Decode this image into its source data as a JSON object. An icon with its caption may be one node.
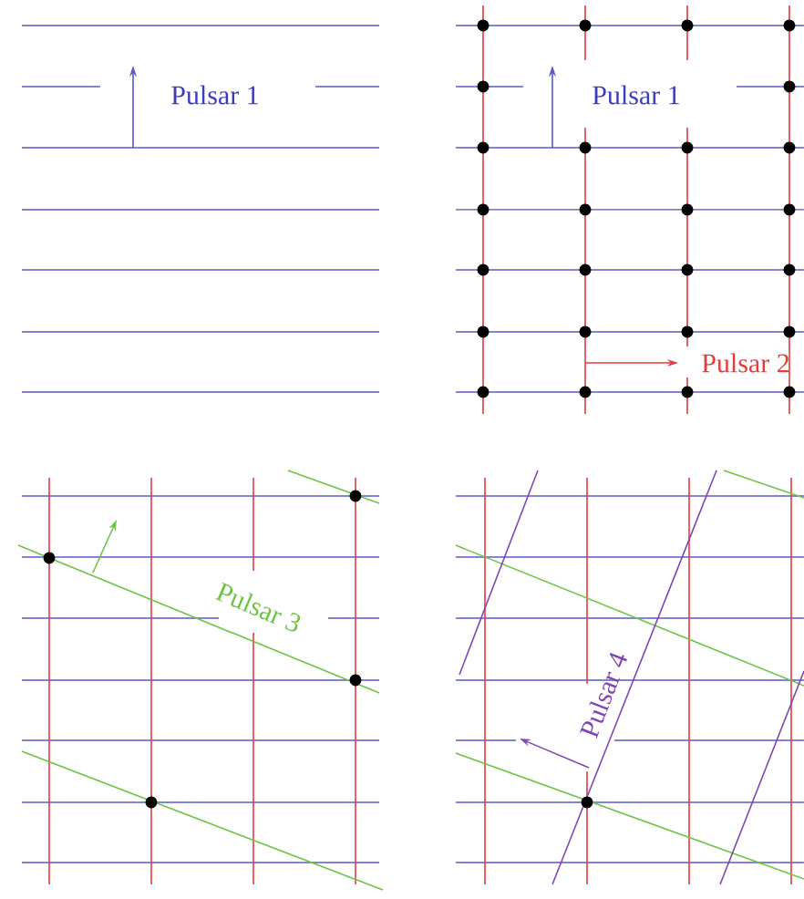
{
  "diagram": {
    "labels": [
      "Pulsar 1",
      "Pulsar 1",
      "Pulsar 2",
      "Pulsar 3",
      "Pulsar 4"
    ]
  }
}
